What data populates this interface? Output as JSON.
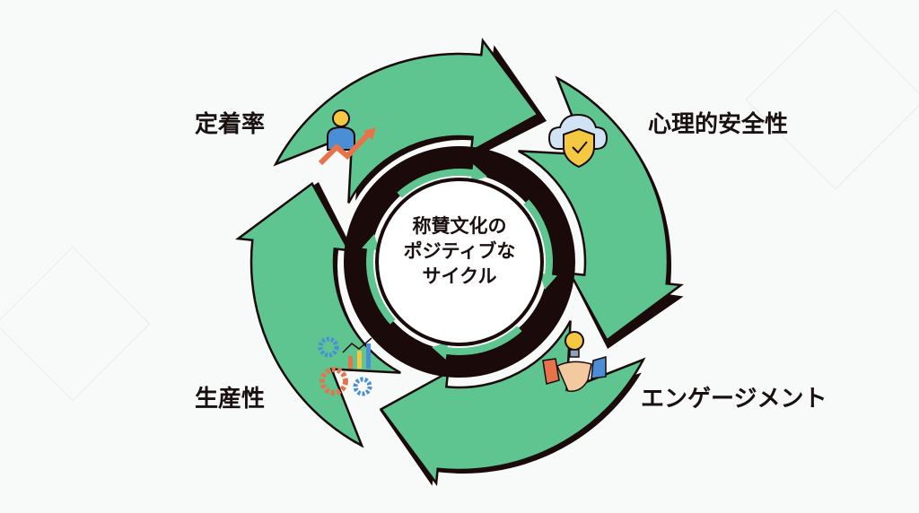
{
  "title": "称賛文化のポジティブなサイクル",
  "center": {
    "line1": "称賛文化の",
    "line2": "ポジティブな",
    "line3": "サイクル"
  },
  "stages": [
    {
      "label": "定着率",
      "icon": "person-growth-icon"
    },
    {
      "label": "心理的安全性",
      "icon": "cloud-shield-icon"
    },
    {
      "label": "エンゲージメント",
      "icon": "handshake-lightbulb-icon"
    },
    {
      "label": "生産性",
      "icon": "gears-chart-icon"
    }
  ],
  "colors": {
    "arrow": "#5fc590",
    "outline": "#1a0a0a",
    "background": "#f7faf9",
    "orange": "#e8734a",
    "blue": "#4a8fd6",
    "yellow": "#f5c842"
  }
}
